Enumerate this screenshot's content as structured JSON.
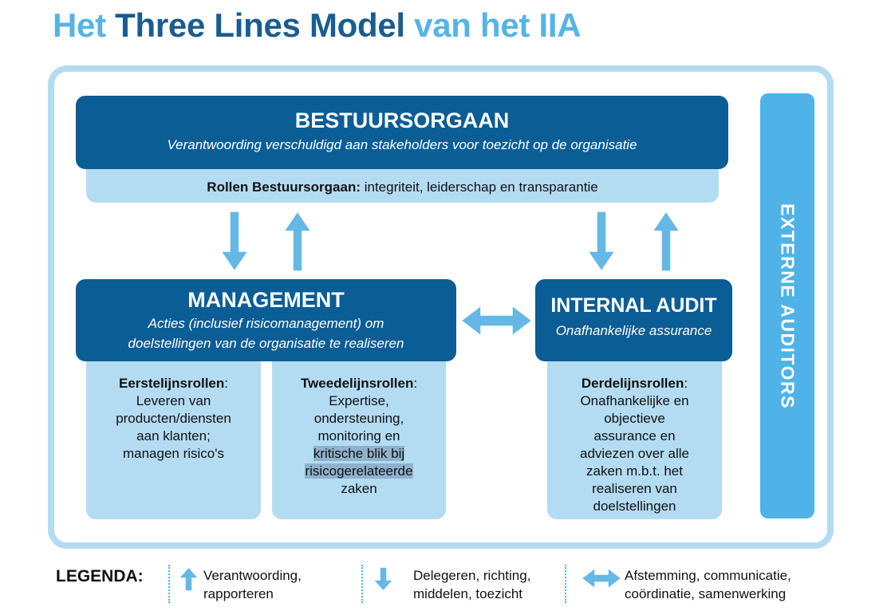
{
  "title": {
    "part1": "Het ",
    "part2": "Three Lines Model",
    "part3": " van het IIA"
  },
  "governing_body": {
    "heading": "BESTUURSORGAAN",
    "subtitle": "Verantwoording verschuldigd aan stakeholders voor toezicht op de organisatie",
    "roles_label": "Rollen Bestuursorgaan:",
    "roles_text": " integriteit, leiderschap en transparantie"
  },
  "management": {
    "heading": "MANAGEMENT",
    "subtitle_line1": "Acties (inclusief risicomanagement) om",
    "subtitle_line2": "doelstellingen van de organisatie te realiseren"
  },
  "internal_audit": {
    "heading": "INTERNAL AUDIT",
    "subtitle": "Onafhankelijke assurance"
  },
  "external_auditors": "EXTERNE AUDITORS",
  "first_line": {
    "heading": "Eerstelijnsrollen",
    "lines": [
      "Leveren van",
      "producten/diensten",
      "aan klanten;",
      "managen risico's"
    ]
  },
  "second_line": {
    "heading": "Tweedelijnsrollen",
    "lines": [
      "Expertise,",
      "ondersteuning,",
      "monitoring en",
      "kritische blik bij",
      "risicogerelateerde",
      "zaken"
    ]
  },
  "third_line": {
    "heading": "Derdelijnsrollen",
    "lines": [
      "Onafhankelijke en",
      "objectieve",
      "assurance en",
      "adviezen over alle",
      "zaken m.b.t. het",
      "realiseren van",
      "doelstellingen"
    ]
  },
  "legend": {
    "title": "LEGENDA:",
    "up_line1": "Verantwoording,",
    "up_line2": "rapporteren",
    "down_line1": "Delegeren, richting,",
    "down_line2": "middelen, toezicht",
    "both_line1": "Afstemming, communicatie,",
    "both_line2": "coördinatie, samenwerking"
  },
  "colors": {
    "dark_blue": "#0b5d96",
    "light_blue": "#b3dcf3",
    "mid_blue": "#4fb3e8",
    "arrow_blue": "#65b8e5",
    "title_light": "#55b4e6",
    "title_dark": "#1a5c8f"
  },
  "icons": [
    "arrow-up-icon",
    "arrow-down-icon",
    "double-arrow-icon"
  ]
}
